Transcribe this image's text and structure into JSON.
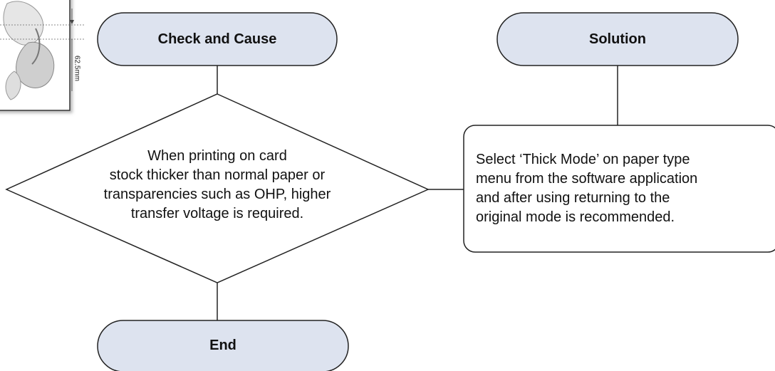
{
  "nodes": {
    "check": {
      "label": "Check and Cause"
    },
    "solution": {
      "label": "Solution"
    },
    "decision": {
      "text": "When printing on card\nstock thicker than normal paper or\ntransparencies such as OHP, higher\ntransfer voltage is required."
    },
    "action": {
      "text": "Select ‘Thick Mode’ on paper type\nmenu from the software application\nand after using returning to the\noriginal mode is recommended."
    },
    "end": {
      "label": "End"
    }
  },
  "figure": {
    "measurement": "62.5mm"
  },
  "colors": {
    "terminal_fill": "#dde3ef",
    "stroke": "#222222",
    "box_fill": "#ffffff"
  }
}
